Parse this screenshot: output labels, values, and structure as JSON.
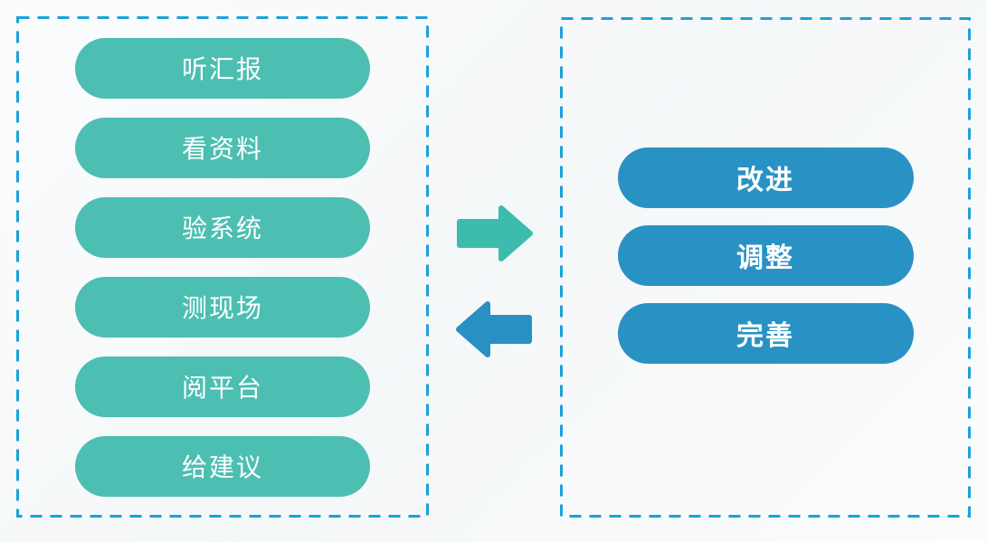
{
  "colors": {
    "background": "#f7f9fa",
    "dash_border": "#1ba0dc",
    "teal_pill": "#4cbfb2",
    "blue_pill": "#2992c4",
    "arrow_forward": "#3dbcad",
    "arrow_back": "#2890c2",
    "pill_text": "#ffffff"
  },
  "left_box": {
    "items": [
      "听汇报",
      "看资料",
      "验系统",
      "测现场",
      "阅平台",
      "给建议"
    ]
  },
  "right_box": {
    "items": [
      "改进",
      "调整",
      "完善"
    ]
  },
  "icons": {
    "forward": "arrow-right-icon",
    "back": "arrow-left-icon"
  }
}
